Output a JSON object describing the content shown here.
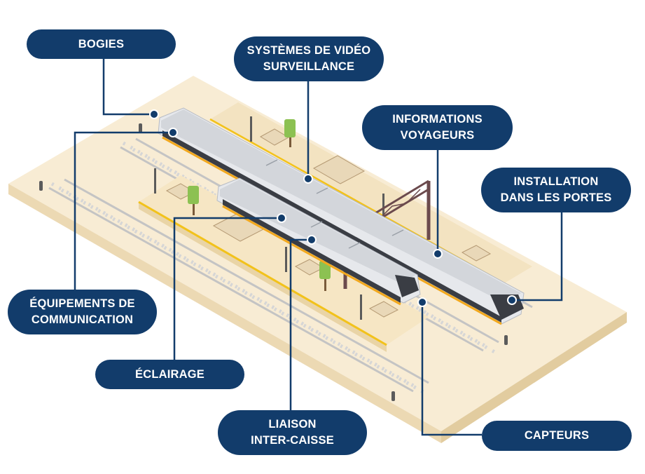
{
  "labels": {
    "bogies": "BOGIES",
    "video": "SYSTÈMES DE VIDÉO\nSURVEILLANCE",
    "info": "INFORMATIONS\nVOYAGEURS",
    "portes": "INSTALLATION\nDANS LES PORTES",
    "comm": "ÉQUIPEMENTS DE\nCOMMUNICATION",
    "eclairage": "ÉCLAIRAGE",
    "liaison": "LIAISON\nINTER-CAISSE",
    "capteurs": "CAPTEURS"
  },
  "colors": {
    "label_bg": "#123c6b",
    "platform": "#f6ead2",
    "platform_edge": "#eedcb5",
    "yellow_line": "#f2c21b",
    "rail": "#c9c9c9",
    "train_body": "#e4e6ea",
    "train_window": "#3a3d44",
    "train_stripe": "#f2a81d",
    "tree": "#8cc152",
    "gantry": "#6b4a4d"
  }
}
